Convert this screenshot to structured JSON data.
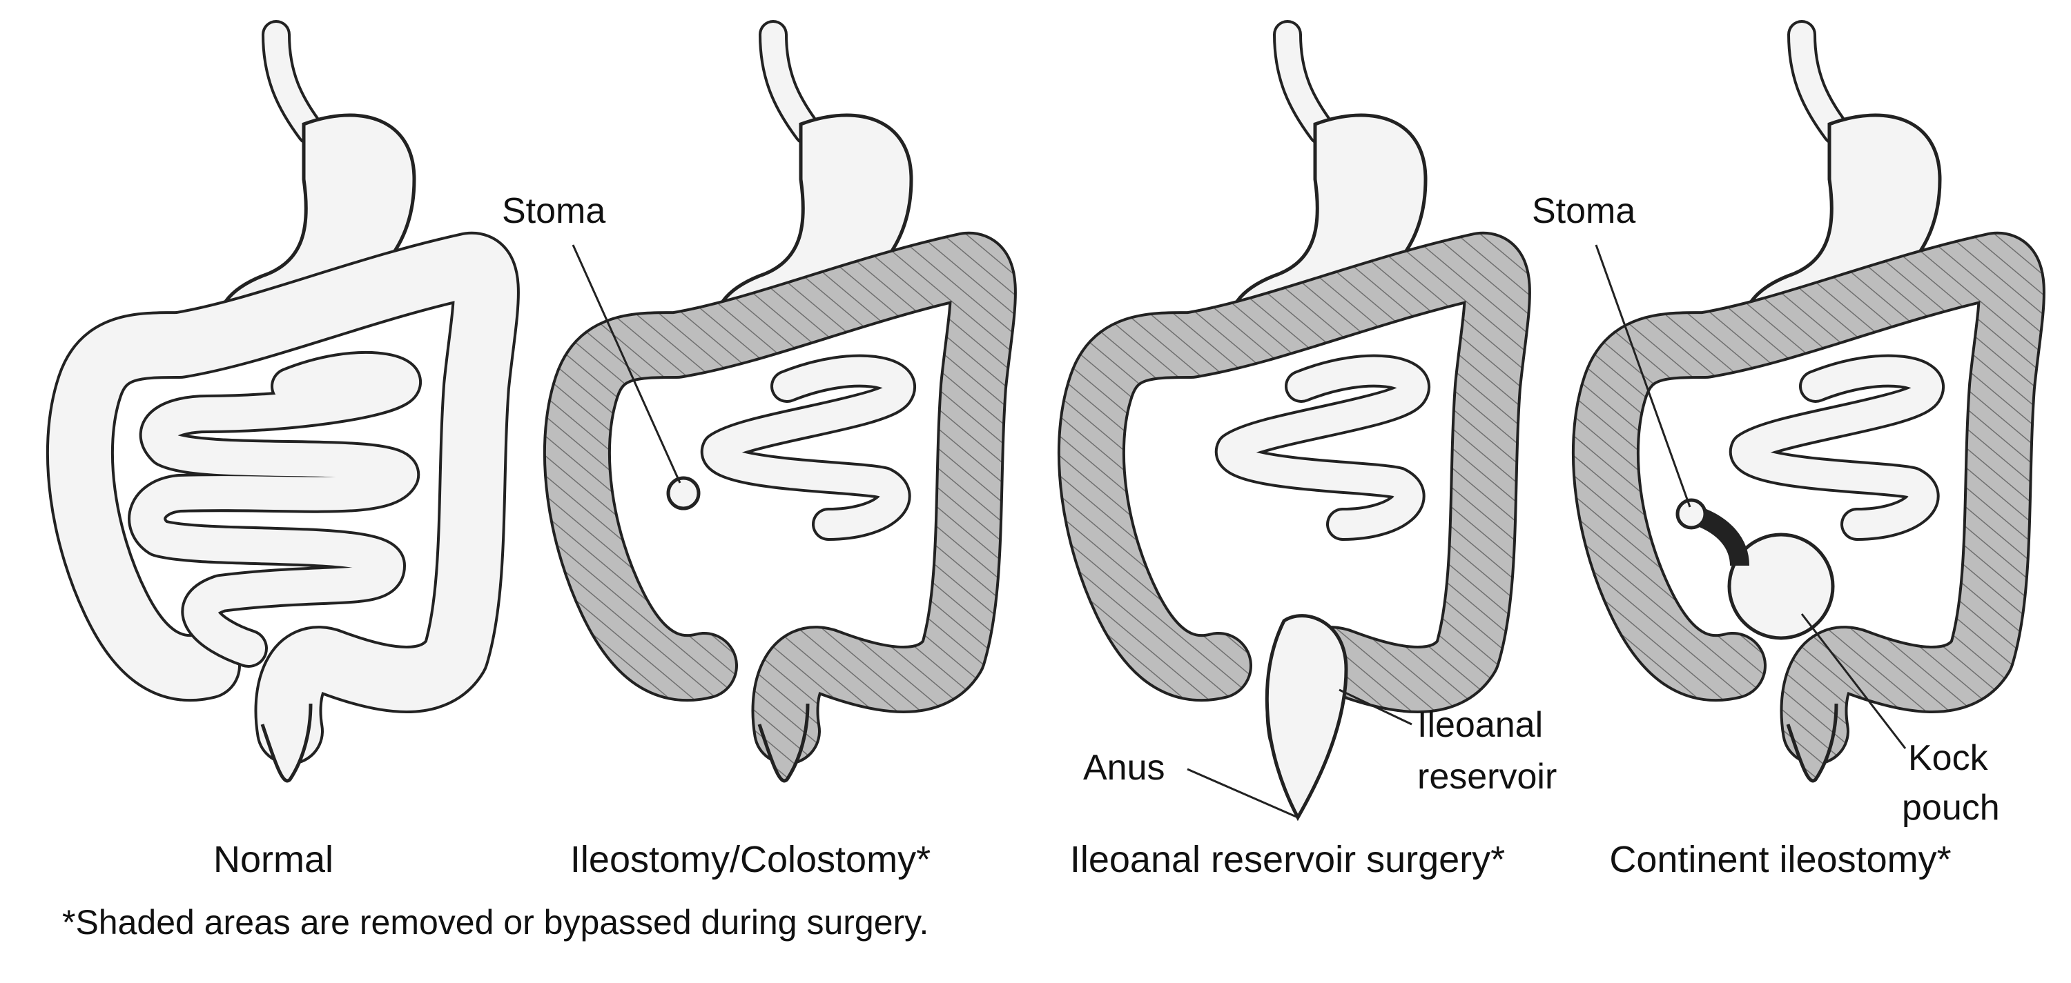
{
  "labels": {
    "stoma_1": "Stoma",
    "stoma_2": "Stoma",
    "ileoanal_reservoir": [
      "Ileoanal",
      "reservoir"
    ],
    "anus": "Anus",
    "kock_pouch": [
      "Kock",
      "pouch"
    ]
  },
  "captions": [
    "Normal",
    "Ileostomy/Colostomy*",
    "Ileoanal reservoir surgery*",
    "Continent ileostomy*"
  ],
  "footnote": "*Shaded areas are removed or bypassed during surgery.",
  "colors": {
    "outline": "#222222",
    "organ": "#f4f4f4",
    "shaded": "#b9b9b9",
    "hatch": "#777777"
  }
}
